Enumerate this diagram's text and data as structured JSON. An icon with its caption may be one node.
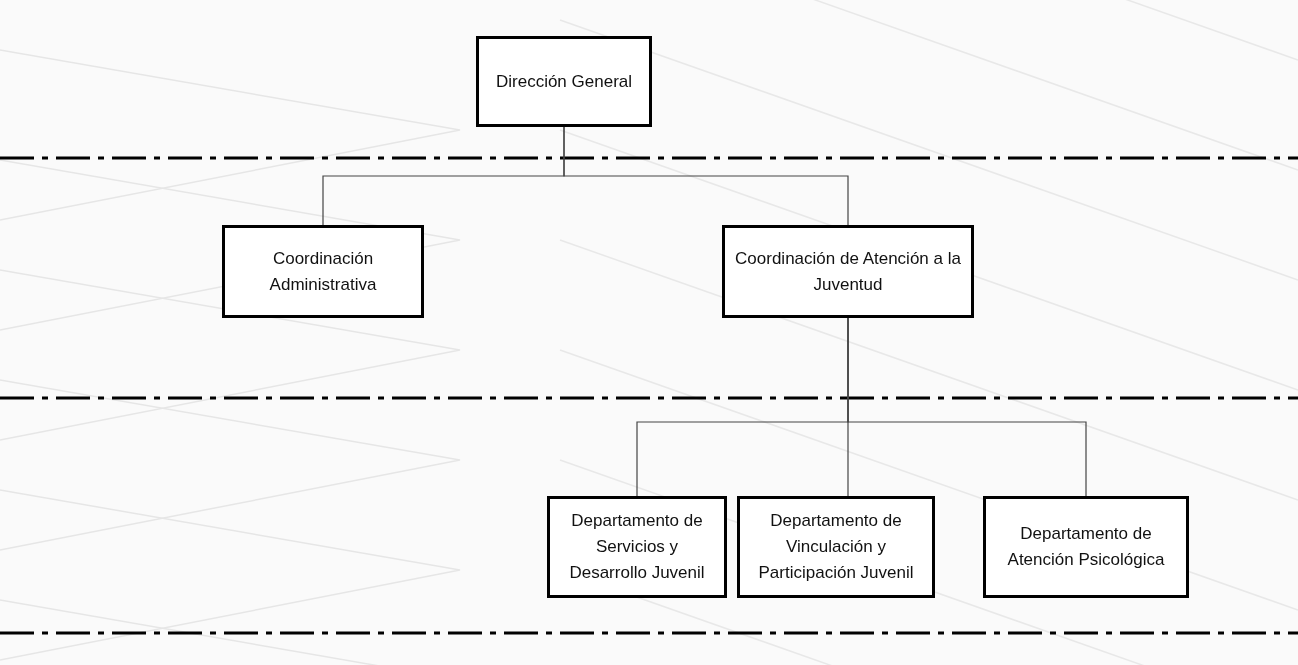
{
  "diagram": {
    "nodes": [
      {
        "text": [
          "Dirección General"
        ]
      },
      {
        "text": [
          "Coordinación Administrativa"
        ]
      },
      {
        "text": [
          "Coordinación de Atención a la Juventud"
        ]
      },
      {
        "text": [
          "Departamento de Servicios y Desarrollo Juvenil"
        ]
      },
      {
        "text": [
          "Departamento de Vinculación y Participación Juvenil"
        ]
      },
      {
        "text": [
          "Departamento de Atención Psicológica"
        ]
      }
    ],
    "edges": [
      {
        "from": 0,
        "to": 1,
        "arrow": "none"
      },
      {
        "from": 0,
        "to": 2,
        "arrow": "none"
      },
      {
        "from": 2,
        "to": 3,
        "arrow": "none"
      },
      {
        "from": 2,
        "to": 4,
        "arrow": "none"
      },
      {
        "from": 2,
        "to": 5,
        "arrow": "none"
      }
    ]
  }
}
